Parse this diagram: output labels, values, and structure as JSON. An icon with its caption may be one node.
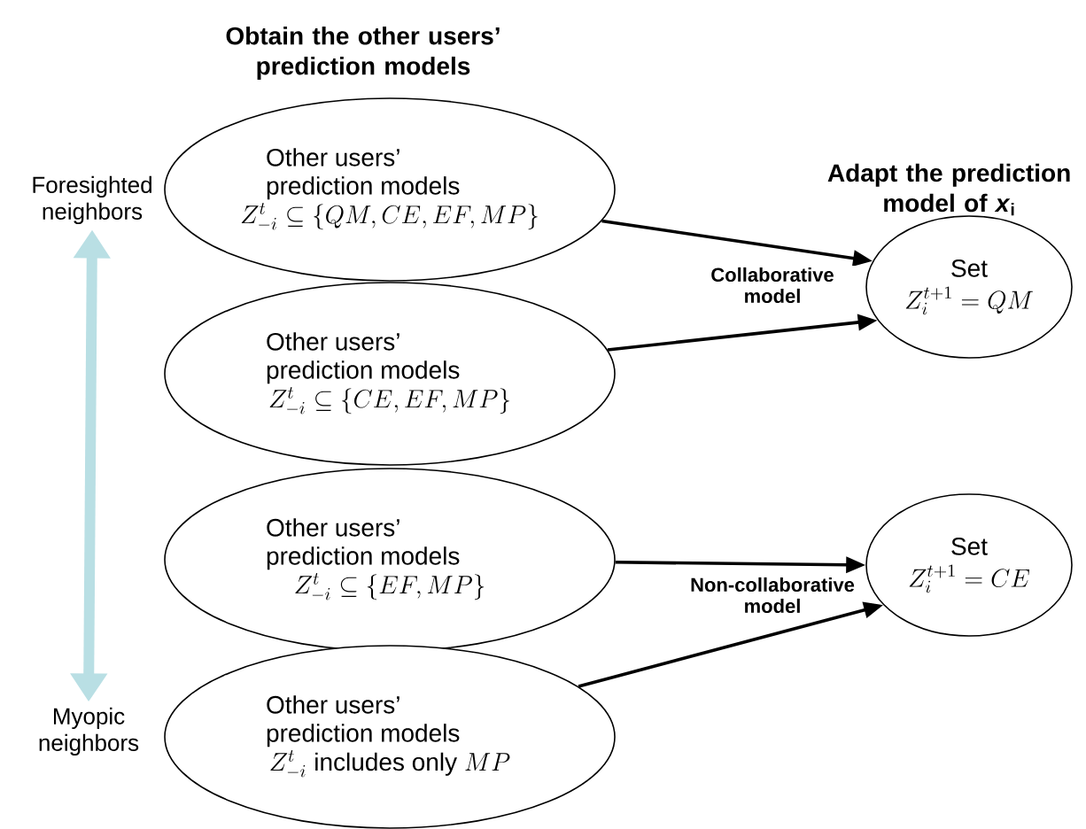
{
  "diagram": {
    "nodes": [
      {
        "text": [
          "Other users’ prediction models",
          "Z^{t}_{-i} \\subseteq \\{QM, CE, EF, MP\\}"
        ]
      },
      {
        "text": [
          "Other users’ prediction models",
          "Z^{t}_{-i} \\subseteq \\{CE, EF, MP\\}"
        ]
      },
      {
        "text": [
          "Other users’ prediction models",
          "Z^{t}_{-i} \\subseteq \\{EF, MP\\}"
        ]
      },
      {
        "text": [
          "Other users’ prediction models",
          "Z^{t}_{-i}\\ \\mbox{includes only}\\ MP"
        ]
      },
      {
        "text": [
          "Set",
          "Z_{i}^{t+1} = QM"
        ]
      },
      {
        "text": [
          "Set",
          "Z_{i}^{t+1} = CE"
        ]
      },
      {
        "text": [
          "Foresighted neighbors"
        ]
      },
      {
        "text": [
          "Myopic neighbors"
        ]
      }
    ],
    "edges": [
      {
        "from": 0,
        "to": 4,
        "arrow": "to",
        "label": "Collaborative model"
      },
      {
        "from": 1,
        "to": 4,
        "arrow": "to"
      },
      {
        "from": 2,
        "to": 5,
        "arrow": "to",
        "label": "Non-collaborative model"
      },
      {
        "from": 3,
        "to": 5,
        "arrow": "to"
      },
      {
        "from": 6,
        "to": 7,
        "arrow": "both",
        "style": "thick",
        "color": "#b9dfe4"
      }
    ],
    "labels": [
      "Obtain the other users’ prediction models",
      "Adapt the prediction model of *x*$_{i}$"
    ]
  }
}
